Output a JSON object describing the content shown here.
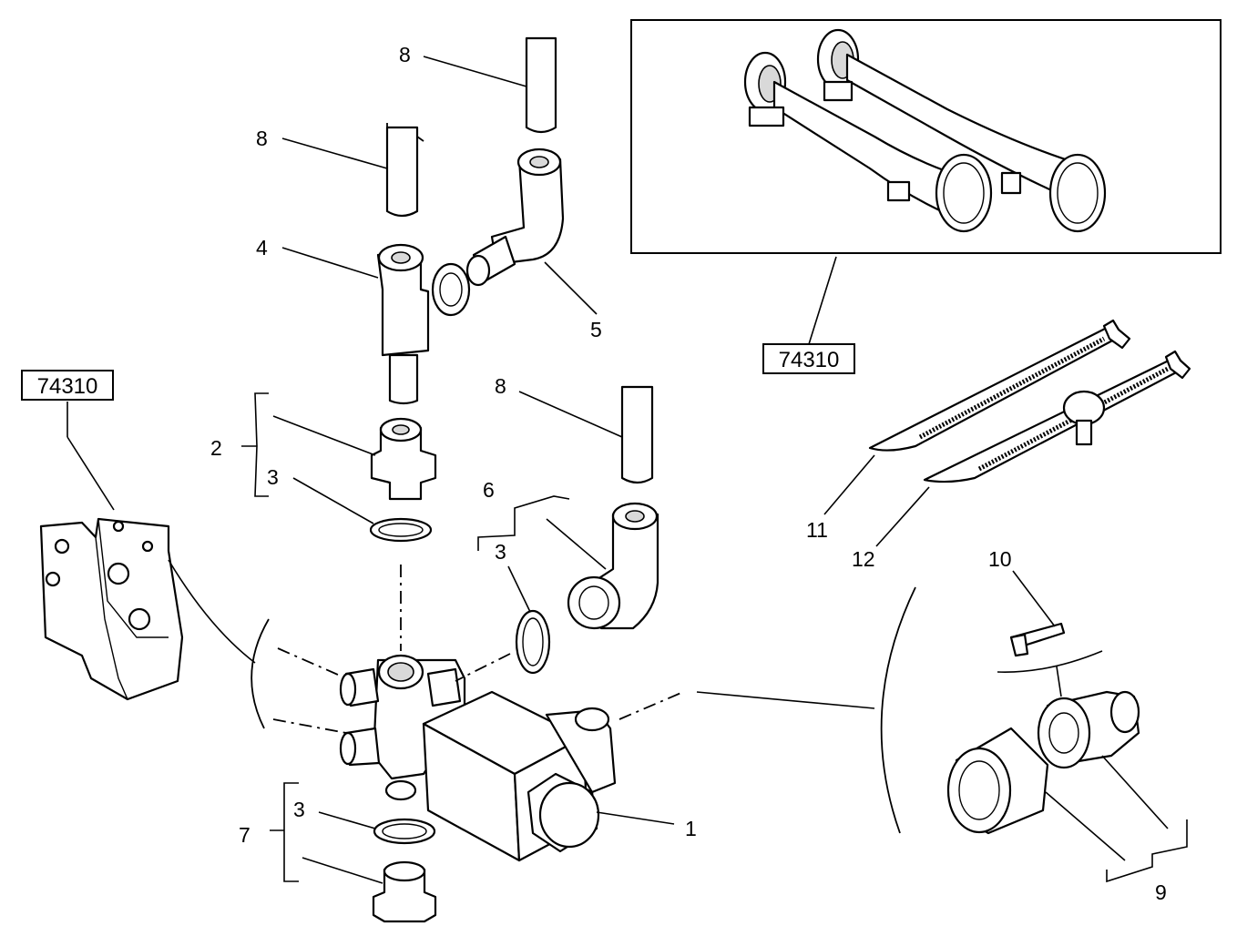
{
  "ref_boxes": {
    "left": "74310",
    "right": "74310"
  },
  "callouts": {
    "c1": "1",
    "c2": "2",
    "c3a": "3",
    "c3b": "3",
    "c3c": "3",
    "c4": "4",
    "c5": "5",
    "c6": "6",
    "c7": "7",
    "c8a": "8",
    "c8b": "8",
    "c8c": "8",
    "c9": "9",
    "c10": "10",
    "c11": "11",
    "c12": "12"
  }
}
